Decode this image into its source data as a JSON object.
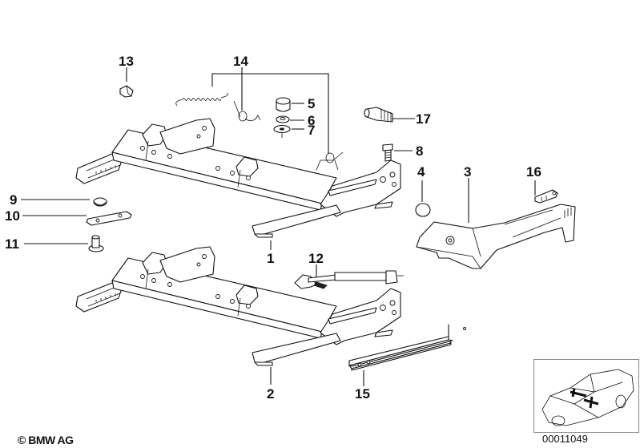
{
  "diagram": {
    "type": "exploded-parts-diagram",
    "subject": "Seat rail / seat guide assembly",
    "copyright": "© BMW AG",
    "diagram_number": "00011049",
    "colors": {
      "line": "#111111",
      "background": "#ffffff",
      "thumbnail_border": "#888888"
    }
  },
  "callouts": [
    {
      "id": "1",
      "label": "1"
    },
    {
      "id": "2",
      "label": "2"
    },
    {
      "id": "3",
      "label": "3"
    },
    {
      "id": "4",
      "label": "4"
    },
    {
      "id": "5",
      "label": "5"
    },
    {
      "id": "6",
      "label": "6"
    },
    {
      "id": "7",
      "label": "7"
    },
    {
      "id": "8",
      "label": "8"
    },
    {
      "id": "9",
      "label": "9"
    },
    {
      "id": "10",
      "label": "10"
    },
    {
      "id": "11",
      "label": "11"
    },
    {
      "id": "12",
      "label": "12"
    },
    {
      "id": "13",
      "label": "13"
    },
    {
      "id": "14",
      "label": "14"
    },
    {
      "id": "15",
      "label": "15"
    },
    {
      "id": "16",
      "label": "16"
    },
    {
      "id": "17",
      "label": "17"
    }
  ],
  "thumbnail": {
    "description": "car location view",
    "icon": "car-location-icon"
  }
}
